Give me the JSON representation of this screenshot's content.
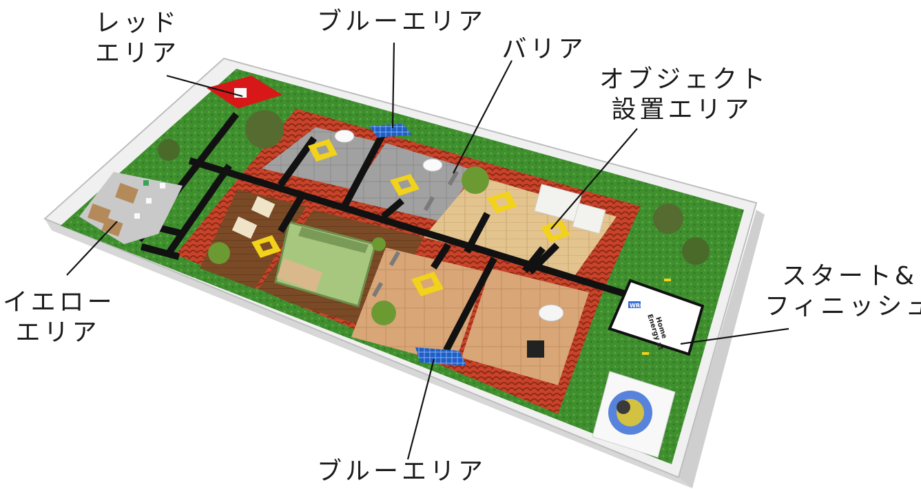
{
  "labels": {
    "red_area": [
      "レッド",
      "エリア"
    ],
    "blue_area_top": "ブルーエリア",
    "barrier": "バリア",
    "object_area": [
      "オブジェクト",
      "設置エリア"
    ],
    "start_finish": [
      "スタート&",
      "フィニッシュ"
    ],
    "yellow_area": [
      "イエロー",
      "エリア"
    ],
    "blue_area_bottom": "ブルーエリア"
  },
  "start_sign": {
    "logo": "WRO",
    "text": [
      "Energy at",
      "Home"
    ]
  },
  "colors": {
    "wall": "#f2f2f2",
    "grass": "#3f8f2f",
    "roof_tile": "#c8432a",
    "red_zone": "#d81818",
    "blue_zone": "#1f5fc4",
    "yellow_marker": "#f2d21a",
    "gray_floor": "#9c9c9c",
    "wood_floor": "#e3c48f",
    "brown_floor": "#7a4a26",
    "tan_floor": "#d9a678",
    "bed_green": "#a7c77f",
    "path_line": "#111111"
  },
  "icons": [
    "toilet-icon",
    "sofa-icon",
    "bed-icon",
    "stove-icon",
    "tree-icon",
    "solar-panel-icon",
    "box-icon"
  ]
}
